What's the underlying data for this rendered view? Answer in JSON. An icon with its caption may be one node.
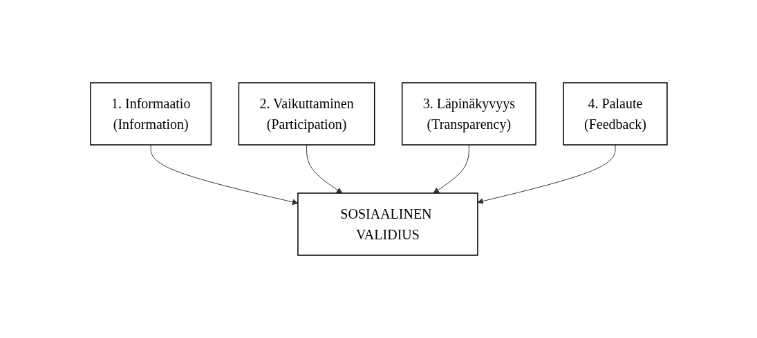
{
  "diagram": {
    "nodes": [
      {
        "text": [
          "1. Informaatio",
          "(Information)"
        ]
      },
      {
        "text": [
          "2. Vaikuttaminen",
          "(Participation)"
        ]
      },
      {
        "text": [
          "SOSIAALINEN VALIDIUS"
        ]
      },
      {
        "text": [
          "3. Läpinäkyvyys",
          "(Transparency)"
        ]
      },
      {
        "text": [
          "4. Palaute",
          "(Feedback)"
        ]
      }
    ],
    "edges": [
      {
        "from": 0,
        "to": 2,
        "arrow": "to"
      },
      {
        "from": 1,
        "to": 2,
        "arrow": "to"
      },
      {
        "from": 3,
        "to": 2,
        "arrow": "to"
      },
      {
        "from": 4,
        "to": 2,
        "arrow": "to"
      }
    ]
  }
}
